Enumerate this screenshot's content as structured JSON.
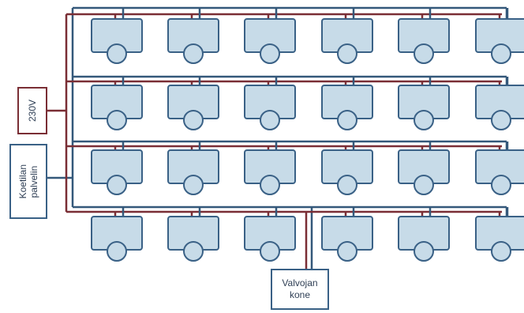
{
  "power_supply": {
    "label": "230V"
  },
  "classroom_server": {
    "label_line1": "Koetilan",
    "label_line2": "palvelin"
  },
  "supervisor_computer": {
    "label_line1": "Valvojan",
    "label_line2": "kone"
  },
  "workstations": {
    "rows": 4,
    "per_row": 6
  },
  "colors": {
    "network_cable": "#34587a",
    "power_cable": "#7a2e35",
    "workstation_fill": "#c7dbe8",
    "workstation_border": "#3a6186"
  }
}
